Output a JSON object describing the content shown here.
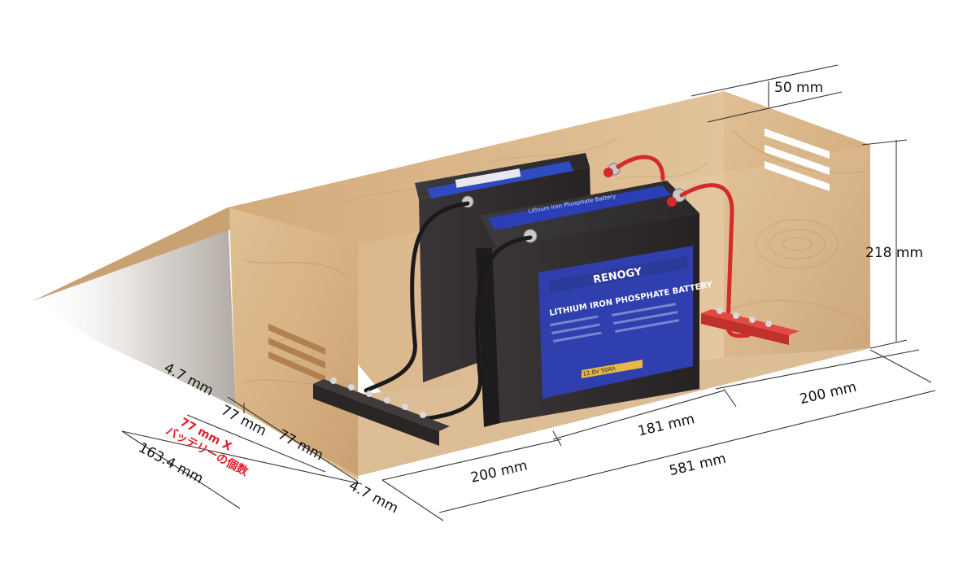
{
  "dimensions": {
    "top_gap": "50 mm",
    "height": "218 mm",
    "right_gap": "200 mm",
    "battery_length": "181 mm",
    "left_gap": "200 mm",
    "total_length": "581 mm",
    "wall_back": "4.7 mm",
    "wall_front": "4.7 mm",
    "battery_width_1": "77 mm",
    "battery_width_2": "77 mm",
    "battery_width_formula_line1": "77 mm X",
    "battery_width_formula_line2": "バッテリーの個数",
    "total_width": "163.4 mm"
  },
  "battery": {
    "brand": "RENOGY",
    "product": "LITHIUM IRON PHOSPHATE BATTERY",
    "spec": "12.8V  50Ah",
    "top_label": "Lithium Iron Phosphate Battery"
  },
  "colors": {
    "wood": "#d8b486",
    "wood_dark": "#b58b5c",
    "battery_body": "#2f2b2c",
    "battery_label": "#2a3da6",
    "cable_red": "#d62a2a",
    "busbar_red": "#c0302c"
  }
}
